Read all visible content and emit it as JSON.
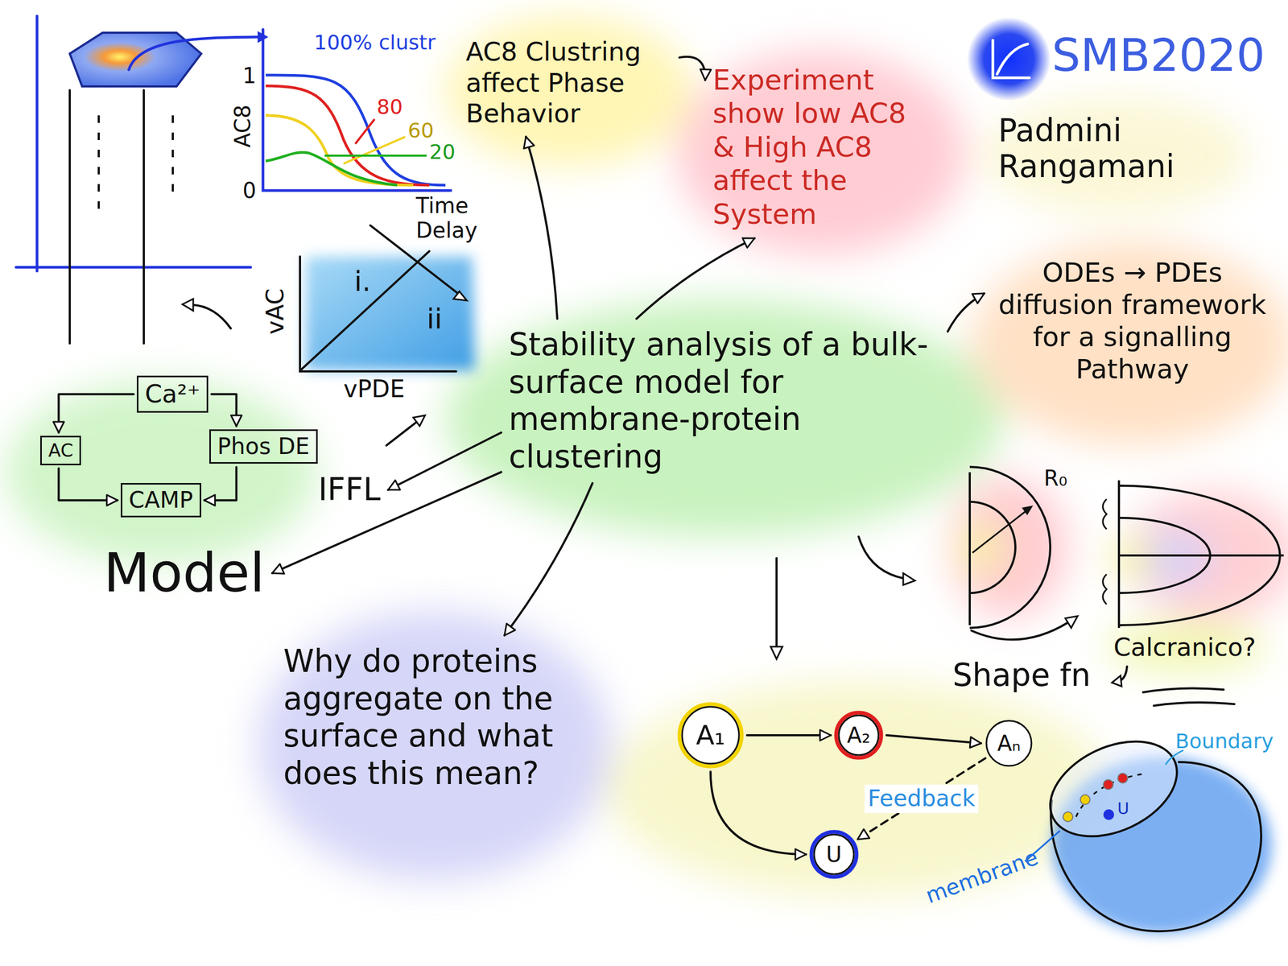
{
  "diagram": {
    "title": "SMB2020",
    "nodes": [
      {
        "text": [
          "AC8 Clustring affect Phase Behavior"
        ]
      },
      {
        "text": [
          "Experiment show low AC8 & High AC8 affect the System"
        ]
      },
      {
        "text": [
          "ODEs → PDEs diffusion framework for a signalling Pathway"
        ]
      },
      {
        "text": [
          "Ca²⁺"
        ]
      },
      {
        "text": [
          "AC"
        ]
      },
      {
        "text": [
          "Phos DE"
        ]
      },
      {
        "text": [
          "CAMP"
        ]
      },
      {
        "text": [
          "IFFL"
        ]
      },
      {
        "text": [
          "Stability analysis of a bulk-surface model for membrane-protein clustering"
        ]
      },
      {
        "text": [
          "Model"
        ]
      },
      {
        "text": [
          "Why do proteins aggregate on the surface and what does this mean?"
        ]
      },
      {
        "text": [
          "A₁"
        ]
      },
      {
        "text": [
          "A₂"
        ]
      },
      {
        "text": [
          "Aₙ"
        ]
      },
      {
        "text": [
          "U"
        ]
      }
    ],
    "edges": [
      {
        "from": 8,
        "to": 0,
        "arrow": "to"
      },
      {
        "from": 8,
        "to": 1,
        "arrow": "to"
      },
      {
        "from": 0,
        "to": 1,
        "arrow": "to"
      },
      {
        "from": 8,
        "to": 2,
        "arrow": "to"
      },
      {
        "from": 8,
        "to": 9,
        "arrow": "to"
      },
      {
        "from": 8,
        "to": 7,
        "arrow": "to"
      },
      {
        "from": 8,
        "to": 10,
        "arrow": "to"
      },
      {
        "from": 3,
        "to": 4,
        "arrow": "to"
      },
      {
        "from": 3,
        "to": 5,
        "arrow": "to"
      },
      {
        "from": 4,
        "to": 6,
        "arrow": "to"
      },
      {
        "from": 5,
        "to": 6,
        "arrow": "to"
      },
      {
        "from": 11,
        "to": 12,
        "arrow": "to"
      },
      {
        "from": 12,
        "to": 13,
        "arrow": "to"
      },
      {
        "from": 11,
        "to": 14,
        "arrow": "to"
      },
      {
        "from": 13,
        "to": 14,
        "label": "Feedback",
        "arrow": "to"
      }
    ],
    "labels": [
      "Padmini Rangamani",
      "AC8",
      "1",
      "0",
      "100% clustr",
      "80",
      "60",
      "20",
      "Time Delay",
      "i.",
      "ii",
      "vAC",
      "vPDE",
      "R₀",
      "Shape fn",
      "Calcranico?",
      "Boundary",
      "membrane",
      "U"
    ]
  }
}
